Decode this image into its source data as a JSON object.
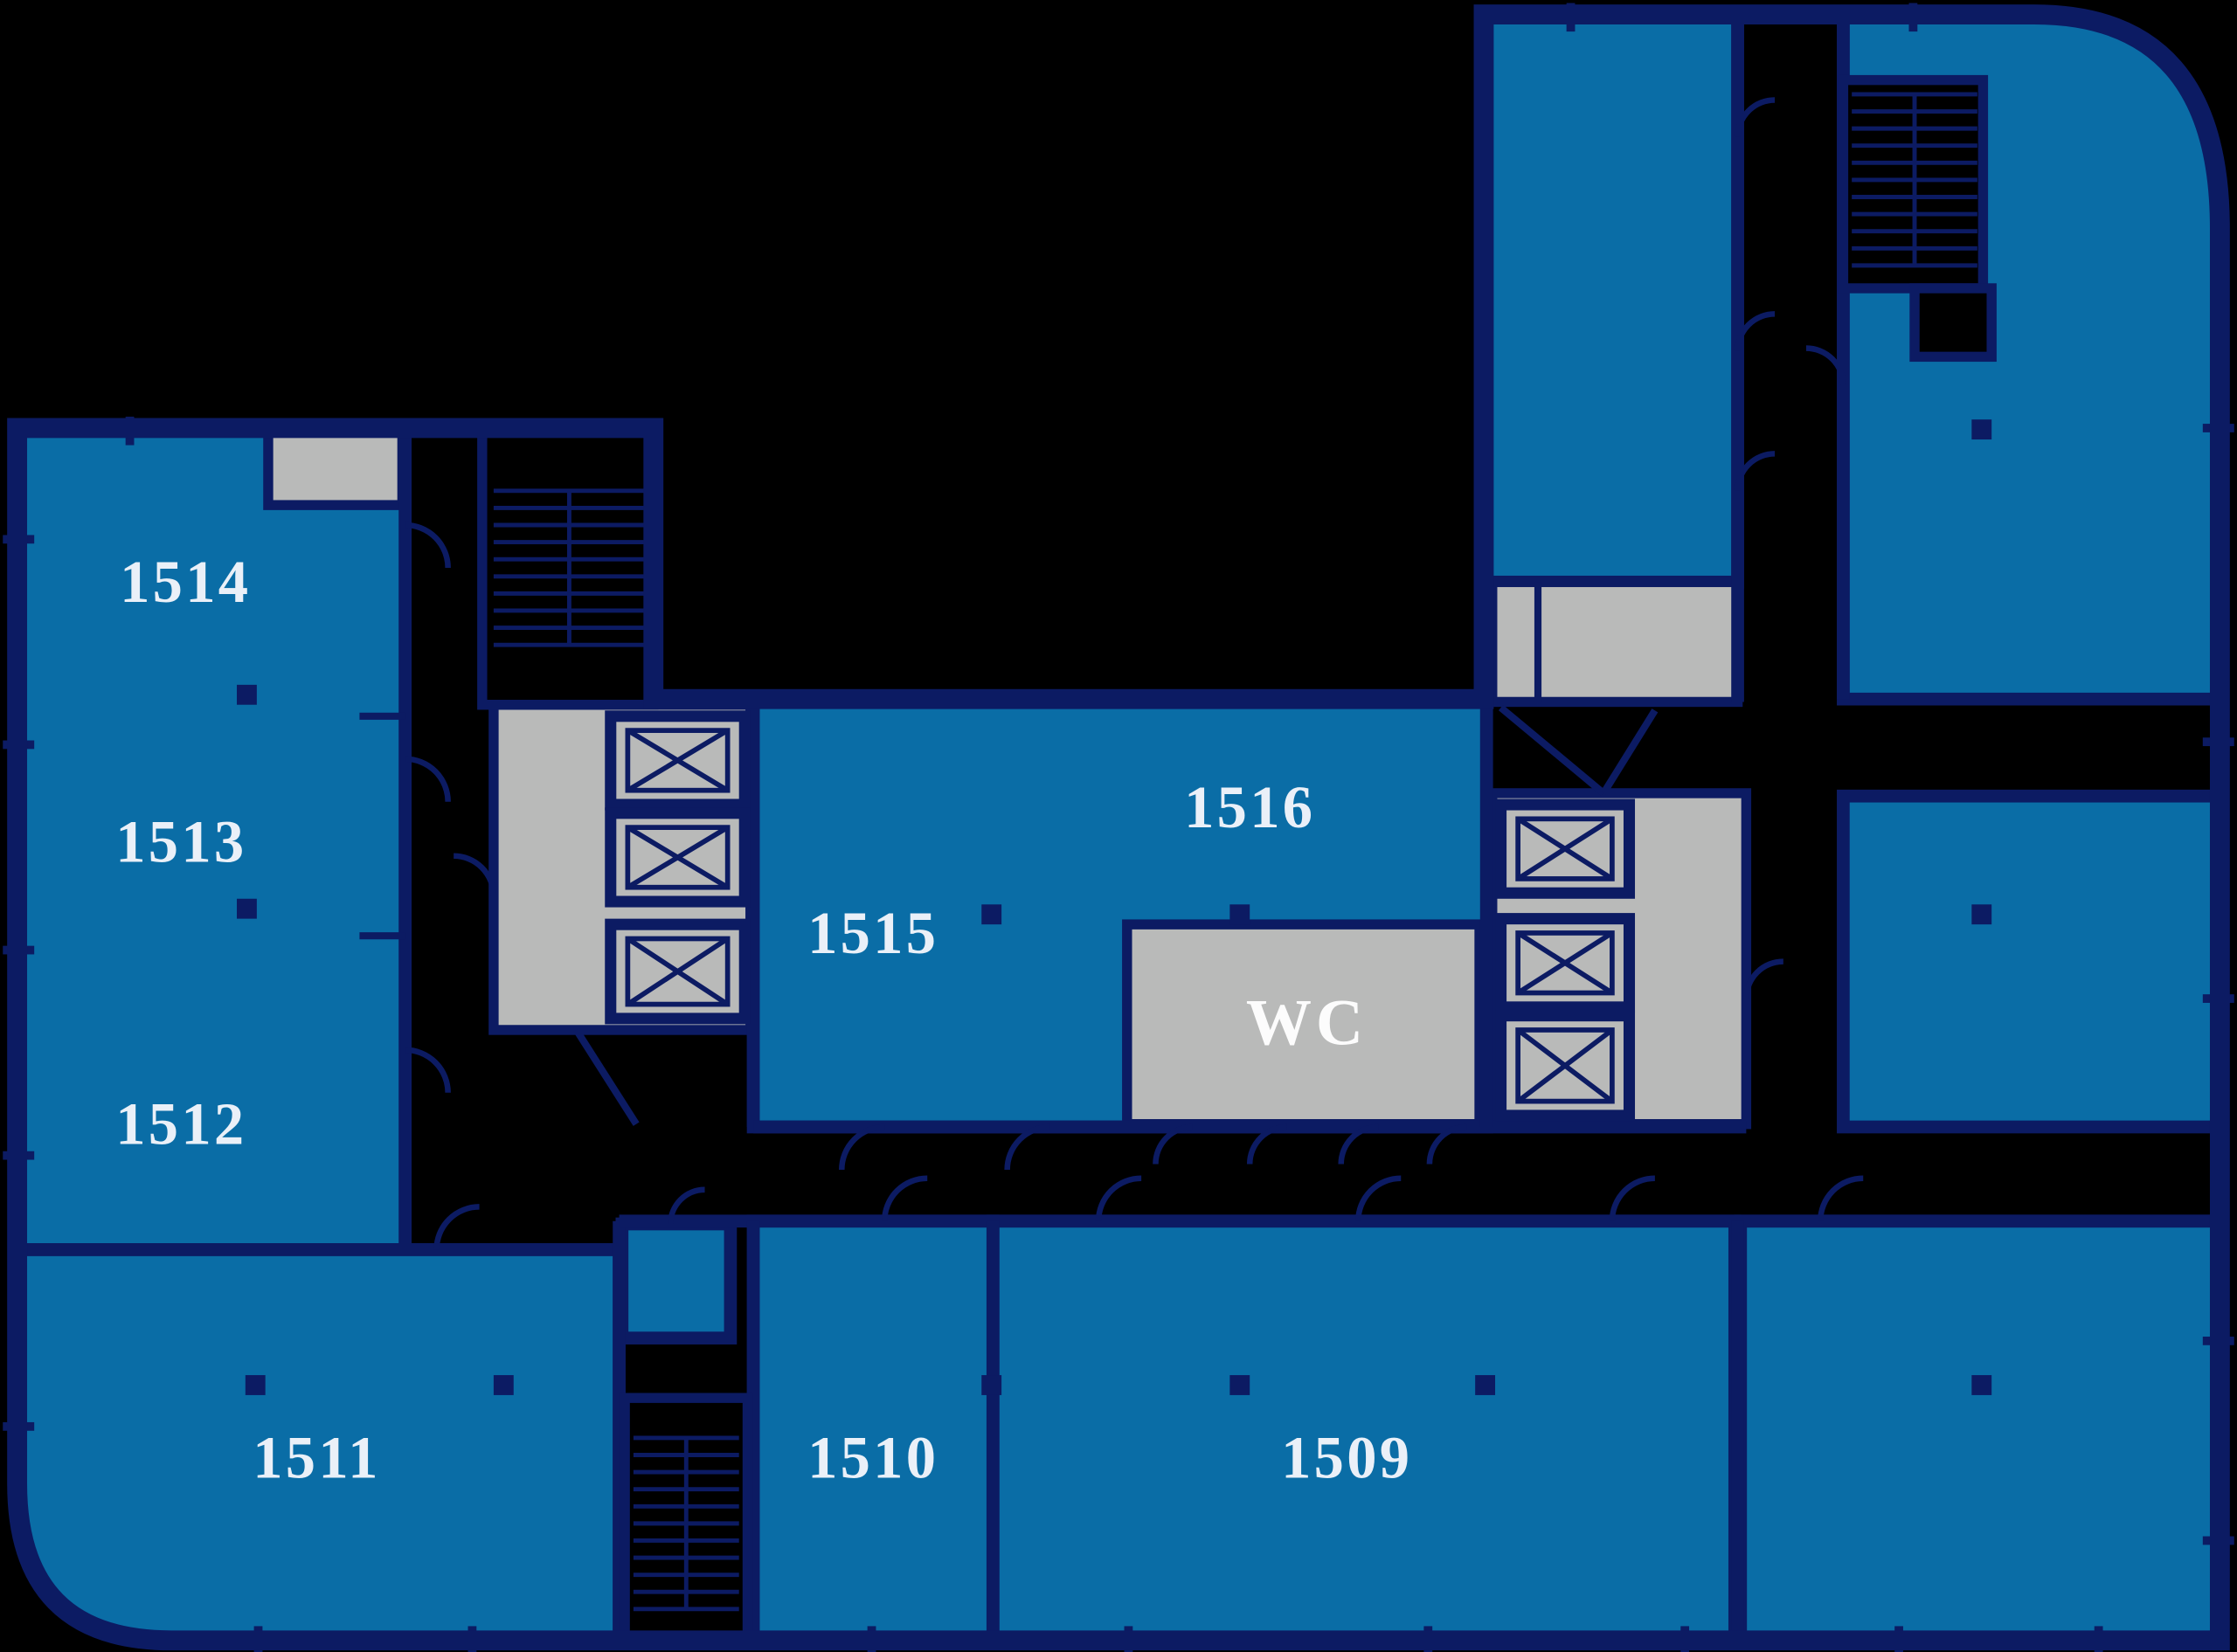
{
  "page": {
    "type": "building-floor-plan"
  },
  "colors": {
    "background": "#000000",
    "wall": "#0c1b63",
    "room_fill": "#0a6da6",
    "core_fill": "#b9bab9",
    "label_color": "#eaf0f8",
    "wc_label_color": "#fcfcfc"
  },
  "rooms": {
    "r1514": {
      "label": "1514"
    },
    "r1513": {
      "label": "1513"
    },
    "r1512": {
      "label": "1512"
    },
    "r1511": {
      "label": "1511"
    },
    "r1510": {
      "label": "1510"
    },
    "r1509": {
      "label": "1509"
    },
    "r1515": {
      "label": "1515"
    },
    "r1516": {
      "label": "1516"
    }
  },
  "facilities": {
    "wc": {
      "label": "WC"
    }
  }
}
